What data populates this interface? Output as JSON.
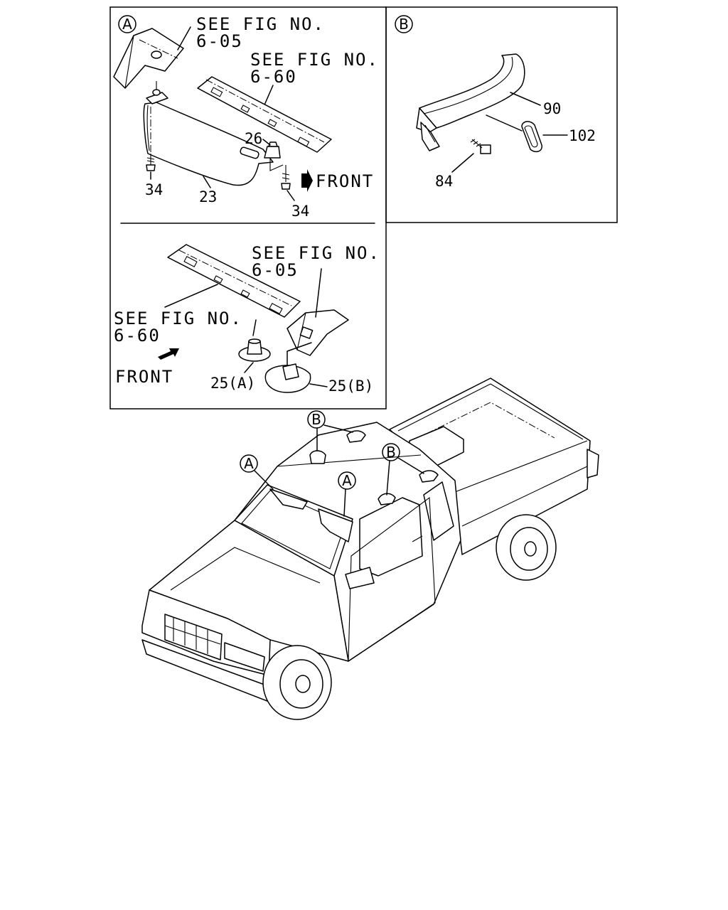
{
  "detail_a": {
    "marker": "A",
    "ref_top_line1": "SEE FIG NO.",
    "ref_top_line2": "6-05",
    "ref_mid_line1": "SEE FIG NO.",
    "ref_mid_line2": "6-60",
    "front_top": "FRONT",
    "part_26": "26",
    "part_34_left": "34",
    "part_23": "23",
    "part_34_right": "34",
    "ref_lower_right_line1": "SEE FIG NO.",
    "ref_lower_right_line2": "6-05",
    "ref_lower_left_line1": "SEE FIG NO.",
    "ref_lower_left_line2": "6-60",
    "front_bottom": "FRONT",
    "part_25a": "25(A)",
    "part_25b": "25(B)"
  },
  "detail_b": {
    "marker": "B",
    "part_90": "90",
    "part_102": "102",
    "part_84": "84"
  },
  "vehicle": {
    "marker_a1": "A",
    "marker_a2": "A",
    "marker_b1": "B",
    "marker_b2": "B"
  }
}
